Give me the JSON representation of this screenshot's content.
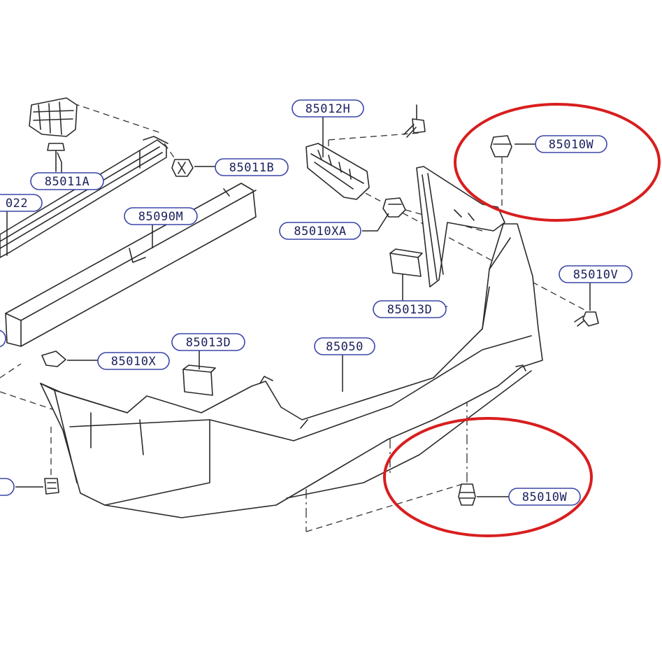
{
  "diagram": {
    "labels": {
      "l_85012H": "85012H",
      "l_85011A": "85011A",
      "l_022": "022",
      "l_85011B": "85011B",
      "l_85090M": "85090M",
      "l_85010XA": "85010XA",
      "l_85010W_top": "85010W",
      "l_85010V": "85010V",
      "l_85013D_right": "85013D",
      "l_85013D_left": "85013D",
      "l_85050": "85050",
      "l_85010X": "85010X",
      "l_85010W_bottom": "85010W"
    },
    "highlight_color": "#d81e1e",
    "label_border_color": "#3b46a8"
  }
}
